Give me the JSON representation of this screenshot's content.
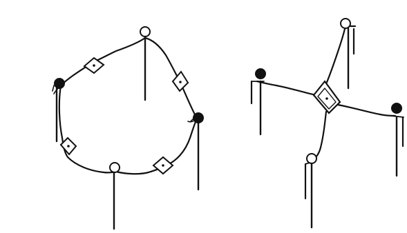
{
  "figure": {
    "panels": [
      {
        "id": "ring",
        "nodes": [
          {
            "kind": "open"
          },
          {
            "kind": "filled"
          },
          {
            "kind": "filled"
          },
          {
            "kind": "open"
          }
        ],
        "junctions": 4
      },
      {
        "id": "star",
        "nodes": [
          {
            "kind": "open"
          },
          {
            "kind": "filled"
          },
          {
            "kind": "filled"
          },
          {
            "kind": "open"
          }
        ],
        "junctions": 1
      }
    ],
    "colors": {
      "ink": "#111111",
      "background": "#ffffff"
    }
  }
}
